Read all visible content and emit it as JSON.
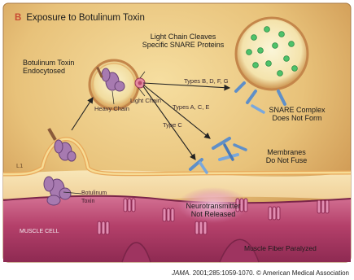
{
  "panel": {
    "letter": "B",
    "title": "Exposure to Botulinum Toxin"
  },
  "labels": {
    "endocytosed": [
      "Botulinum Toxin",
      "Endocytosed"
    ],
    "light_chain_cleaves": [
      "Light Chain Cleaves",
      "Specific SNARE Proteins"
    ],
    "light_chain": "Light Chain",
    "heavy_chain": "Heavy Chain",
    "types_bdfg": "Types B, D, F, G",
    "types_ace": "Types A, C, E",
    "type_c": "Type C",
    "snare_complex": [
      "SNARE Complex",
      "Does Not Form"
    ],
    "membranes": [
      "Membranes",
      "Do Not Fuse"
    ],
    "neurotransmitter": [
      "Neurotransmitter",
      "Not Released"
    ],
    "botulinum_toxin": [
      "Botulinum",
      "Toxin"
    ],
    "muscle_cell": "MUSCLE CELL",
    "muscle_paralyzed": "Muscle Fiber Paralyzed",
    "corner_mark": "L1"
  },
  "citation": {
    "journal": "JAMA.",
    "rest": " 2001;285:1059-1070. © American Medical Association"
  },
  "colors": {
    "panel_bg": "#e8c27a",
    "nerve_membrane": "#f2d48a",
    "cleft": "#f6e2b4",
    "muscle": "#b8446a",
    "toxin": "#a77ab0",
    "vesicle_dots": "#4ec26a",
    "snare": "#5f8fc8",
    "arrow": "#222222"
  }
}
